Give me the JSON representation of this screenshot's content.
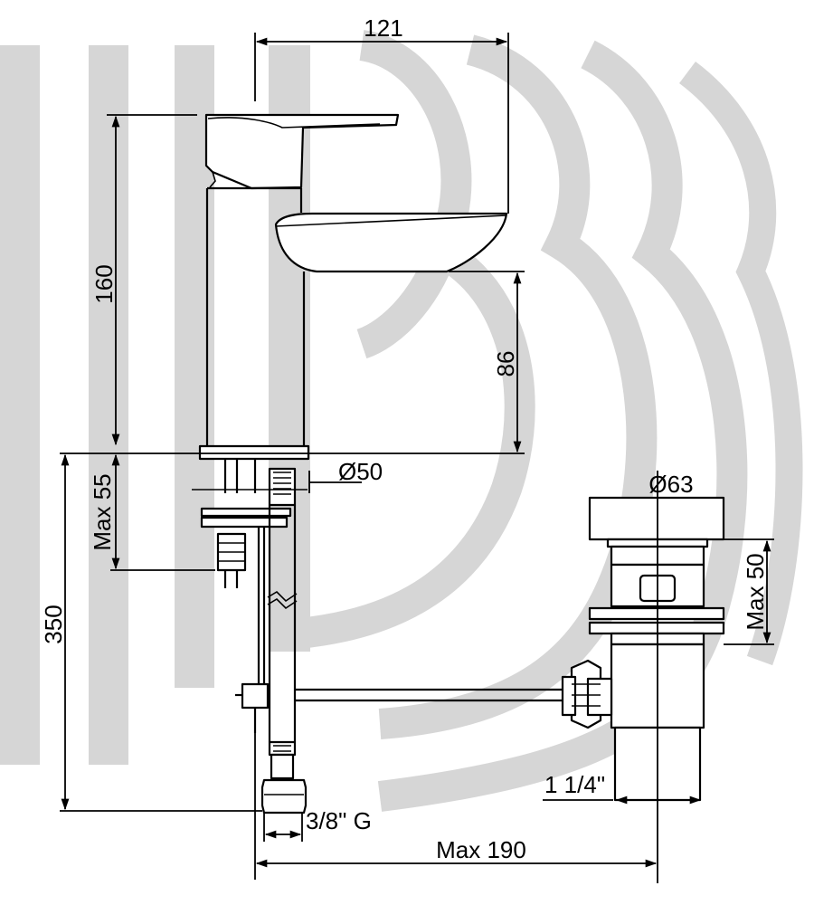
{
  "dimensions": {
    "spout_reach": "121",
    "total_height": "160",
    "spout_height": "86",
    "base_diameter": "Ø50",
    "max_deck_thickness": "Max 55",
    "hose_length": "350",
    "waste_head_diameter": "Ø63",
    "waste_max_basin_thickness": "Max 50",
    "waste_thread": "1 1/4\"",
    "inlet_connection": "3/8\" G",
    "max_rod_length": "Max 190"
  },
  "colors": {
    "line": "#000000",
    "watermark": "#d6d6d6",
    "background": "#ffffff"
  }
}
